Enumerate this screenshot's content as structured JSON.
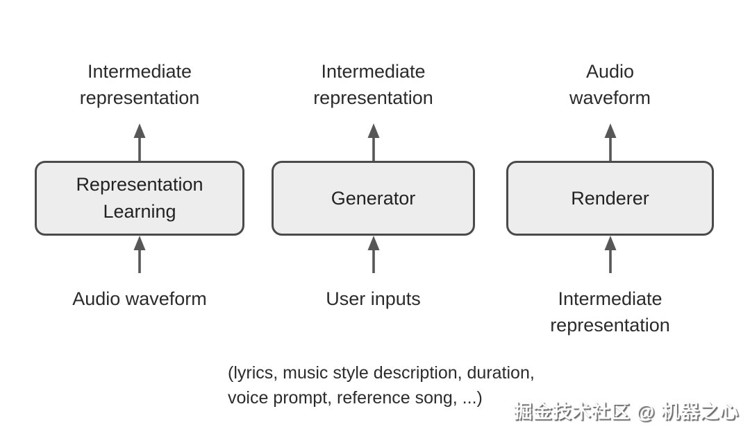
{
  "diagram": {
    "columns": [
      {
        "id": "representation-learning",
        "output_label": "Intermediate\nrepresentation",
        "box_label": "Representation\nLearning",
        "input_label": "Audio waveform"
      },
      {
        "id": "generator",
        "output_label": "Intermediate\nrepresentation",
        "box_label": "Generator",
        "input_label": "User inputs"
      },
      {
        "id": "renderer",
        "output_label": "Audio\nwaveform",
        "box_label": "Renderer",
        "input_label": "Intermediate\nrepresentation"
      }
    ],
    "note": "(lyrics, music style description, duration,\nvoice prompt, reference song, ...)",
    "colors": {
      "box_fill": "#ededed",
      "box_border": "#4a4a4a",
      "arrow": "#575757",
      "text": "#2b2b2b"
    }
  },
  "watermark": "掘金技术社区 @ 机器之心"
}
